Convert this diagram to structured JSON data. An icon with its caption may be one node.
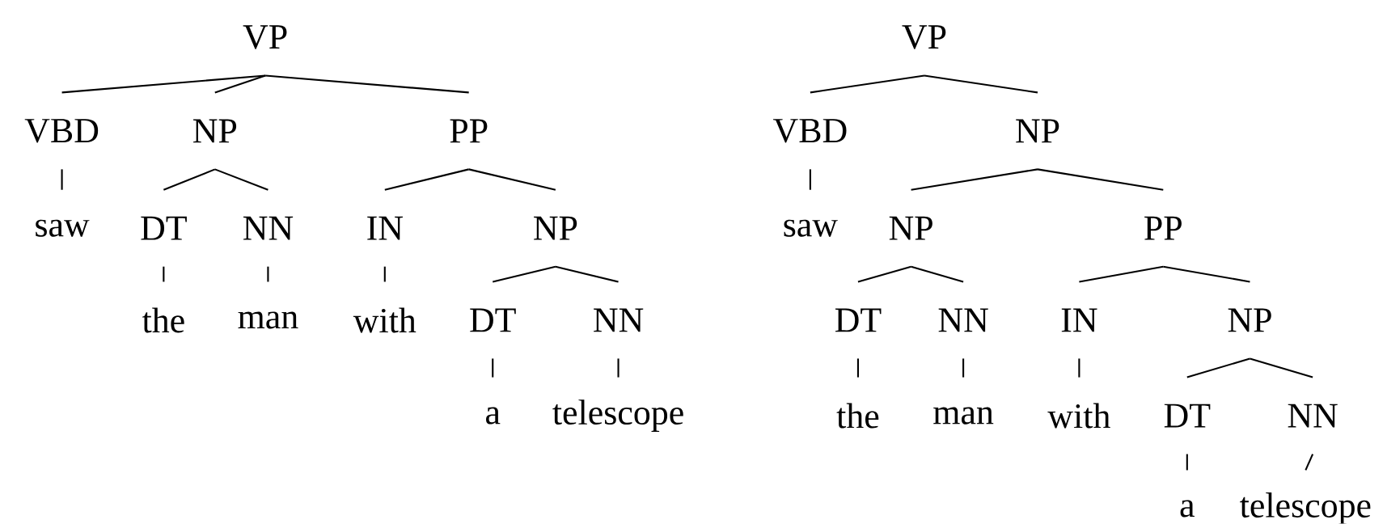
{
  "diagram": {
    "nodes": [
      {
        "text": [
          "VP"
        ]
      },
      {
        "text": [
          "VBD"
        ]
      },
      {
        "text": [
          "NP"
        ]
      },
      {
        "text": [
          "PP"
        ]
      },
      {
        "text": [
          "saw"
        ]
      },
      {
        "text": [
          "DT"
        ]
      },
      {
        "text": [
          "NN"
        ]
      },
      {
        "text": [
          "IN"
        ]
      },
      {
        "text": [
          "NP"
        ]
      },
      {
        "text": [
          "the"
        ]
      },
      {
        "text": [
          "man"
        ]
      },
      {
        "text": [
          "with"
        ]
      },
      {
        "text": [
          "DT"
        ]
      },
      {
        "text": [
          "NN"
        ]
      },
      {
        "text": [
          "a"
        ]
      },
      {
        "text": [
          "telescope"
        ]
      },
      {
        "text": [
          "VP"
        ]
      },
      {
        "text": [
          "VBD"
        ]
      },
      {
        "text": [
          "NP"
        ]
      },
      {
        "text": [
          "saw"
        ]
      },
      {
        "text": [
          "NP"
        ]
      },
      {
        "text": [
          "PP"
        ]
      },
      {
        "text": [
          "DT"
        ]
      },
      {
        "text": [
          "NN"
        ]
      },
      {
        "text": [
          "IN"
        ]
      },
      {
        "text": [
          "NP"
        ]
      },
      {
        "text": [
          "the"
        ]
      },
      {
        "text": [
          "man"
        ]
      },
      {
        "text": [
          "with"
        ]
      },
      {
        "text": [
          "DT"
        ]
      },
      {
        "text": [
          "NN"
        ]
      },
      {
        "text": [
          "a"
        ]
      },
      {
        "text": [
          "telescope"
        ]
      }
    ],
    "edges": [
      {
        "from": 0,
        "to": 1,
        "arrow": "none"
      },
      {
        "from": 0,
        "to": 2,
        "arrow": "none"
      },
      {
        "from": 0,
        "to": 3,
        "arrow": "none"
      },
      {
        "from": 1,
        "to": 4,
        "arrow": "none"
      },
      {
        "from": 2,
        "to": 5,
        "arrow": "none"
      },
      {
        "from": 2,
        "to": 6,
        "arrow": "none"
      },
      {
        "from": 3,
        "to": 7,
        "arrow": "none"
      },
      {
        "from": 3,
        "to": 8,
        "arrow": "none"
      },
      {
        "from": 5,
        "to": 9,
        "arrow": "none"
      },
      {
        "from": 6,
        "to": 10,
        "arrow": "none"
      },
      {
        "from": 7,
        "to": 11,
        "arrow": "none"
      },
      {
        "from": 8,
        "to": 12,
        "arrow": "none"
      },
      {
        "from": 8,
        "to": 13,
        "arrow": "none"
      },
      {
        "from": 12,
        "to": 14,
        "arrow": "none"
      },
      {
        "from": 13,
        "to": 15,
        "arrow": "none"
      },
      {
        "from": 16,
        "to": 17,
        "arrow": "none"
      },
      {
        "from": 16,
        "to": 18,
        "arrow": "none"
      },
      {
        "from": 17,
        "to": 19,
        "arrow": "none"
      },
      {
        "from": 18,
        "to": 20,
        "arrow": "none"
      },
      {
        "from": 18,
        "to": 21,
        "arrow": "none"
      },
      {
        "from": 20,
        "to": 22,
        "arrow": "none"
      },
      {
        "from": 20,
        "to": 23,
        "arrow": "none"
      },
      {
        "from": 21,
        "to": 24,
        "arrow": "none"
      },
      {
        "from": 21,
        "to": 25,
        "arrow": "none"
      },
      {
        "from": 22,
        "to": 26,
        "arrow": "none"
      },
      {
        "from": 23,
        "to": 27,
        "arrow": "none"
      },
      {
        "from": 24,
        "to": 28,
        "arrow": "none"
      },
      {
        "from": 25,
        "to": 29,
        "arrow": "none"
      },
      {
        "from": 25,
        "to": 30,
        "arrow": "none"
      },
      {
        "from": 29,
        "to": 31,
        "arrow": "none"
      },
      {
        "from": 30,
        "to": 32,
        "arrow": "none"
      }
    ]
  }
}
